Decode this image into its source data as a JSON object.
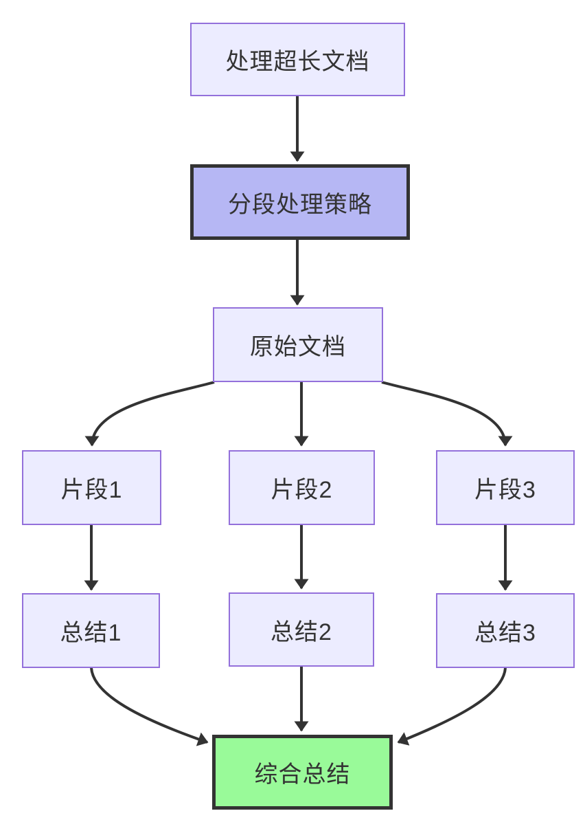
{
  "diagram": {
    "type": "flowchart",
    "direction": "top-down",
    "nodes": {
      "A": {
        "label": "处理超长文档",
        "style": "default"
      },
      "B": {
        "label": "分段处理策略",
        "style": "emphasis"
      },
      "C": {
        "label": "原始文档",
        "style": "default"
      },
      "D": {
        "label": "片段1",
        "style": "default"
      },
      "E": {
        "label": "片段2",
        "style": "default"
      },
      "F": {
        "label": "片段3",
        "style": "default"
      },
      "G": {
        "label": "总结1",
        "style": "default"
      },
      "H": {
        "label": "总结2",
        "style": "default"
      },
      "I": {
        "label": "总结3",
        "style": "default"
      },
      "J": {
        "label": "综合总结",
        "style": "result"
      }
    },
    "edges": [
      {
        "from": "A",
        "to": "B"
      },
      {
        "from": "B",
        "to": "C"
      },
      {
        "from": "C",
        "to": "D"
      },
      {
        "from": "C",
        "to": "E"
      },
      {
        "from": "C",
        "to": "F"
      },
      {
        "from": "D",
        "to": "G"
      },
      {
        "from": "E",
        "to": "H"
      },
      {
        "from": "F",
        "to": "I"
      },
      {
        "from": "G",
        "to": "J"
      },
      {
        "from": "H",
        "to": "J"
      },
      {
        "from": "I",
        "to": "J"
      }
    ],
    "colors": {
      "background": "#FFFFFF",
      "node_fill": "#ECECFF",
      "node_border": "#9370DB",
      "emphasis_fill": "#B6B7F4",
      "emphasis_border": "#333333",
      "result_fill": "#99FA99",
      "result_border": "#333333",
      "edge": "#333333",
      "text": "#333333"
    }
  }
}
